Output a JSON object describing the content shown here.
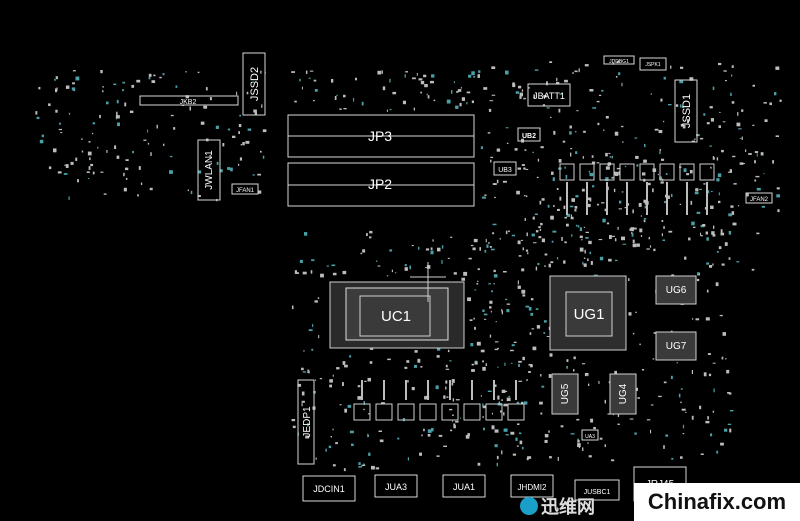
{
  "diagram": {
    "components": {
      "jkb2": "JKB2",
      "jssd2": "JSSD2",
      "jwlan1": "JWLAN1",
      "jfan1": "JFAN1",
      "jp3": "JP3",
      "jp2": "JP2",
      "jbatt1": "JBATT1",
      "jssd1": "JSSD1",
      "ub2": "UB2",
      "ub3": "UB3",
      "jfan2": "JFAN2",
      "uc1": "UC1",
      "ug1": "UG1",
      "ug6": "UG6",
      "ug7": "UG7",
      "ug5": "UG5",
      "ug4": "UG4",
      "jedp1": "JEDP1",
      "jdcin1": "JDCIN1",
      "jua3": "JUA3",
      "jua1": "JUA1",
      "jhdmi2": "JHDMI2",
      "jusbc1": "JUSBC1",
      "jrj45": "JRJ45",
      "ua3": "UA3",
      "jdebug": "JDDBG1",
      "jspk1": "JSPK1"
    }
  },
  "watermark": {
    "site": "Chinafix.com",
    "logo_text": "迅维网",
    "logo_color": "#1aa0c8"
  }
}
